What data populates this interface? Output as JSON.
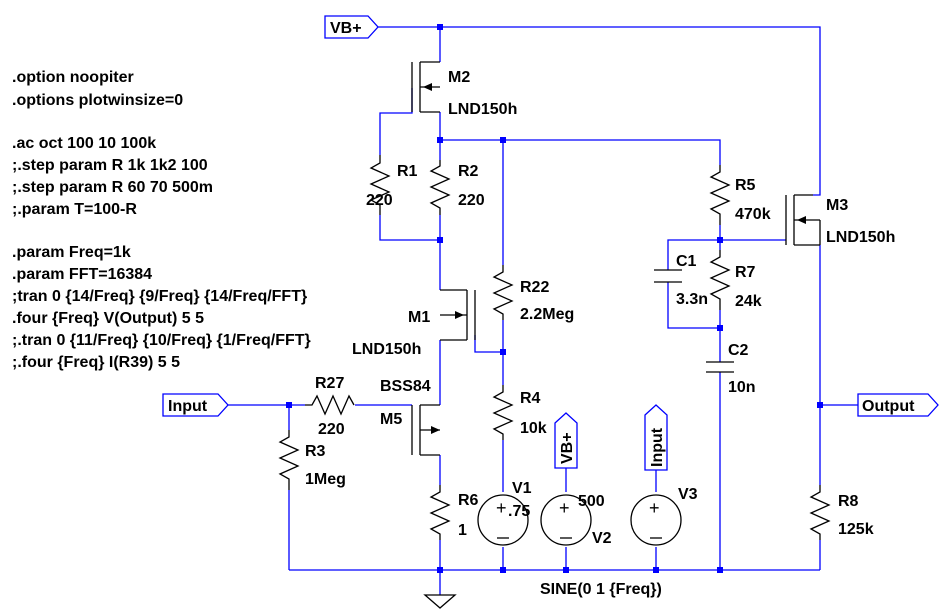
{
  "spice_directives": [
    ".option noopiter",
    ".options plotwinsize=0",
    ".ac oct 100 10 100k",
    ";.step param R 1k 1k2 100",
    ";.step param R 60 70 500m",
    ";.param T=100-R",
    ".param Freq=1k",
    ".param FFT=16384",
    ";tran 0 {14/Freq} {9/Freq} {14/Freq/FFT}",
    ".four {Freq} V(Output) 5 5",
    ";.tran 0 {11/Freq} {10/Freq} {1/Freq/FFT}",
    ";.four {Freq} I(R39) 5 5"
  ],
  "net_labels": {
    "vb_top": "VB+",
    "input_left": "Input",
    "output_right": "Output",
    "vb_v2": "VB+",
    "input_v3": "Input"
  },
  "components": {
    "M2": {
      "name": "M2",
      "model": "LND150h"
    },
    "M1": {
      "name": "M1",
      "model": "LND150h"
    },
    "M3": {
      "name": "M3",
      "model": "LND150h"
    },
    "M5": {
      "name": "M5",
      "model": "BSS84"
    },
    "R1": {
      "name": "R1",
      "value": "220"
    },
    "R2": {
      "name": "R2",
      "value": "220"
    },
    "R22": {
      "name": "R22",
      "value": "2.2Meg"
    },
    "R4": {
      "name": "R4",
      "value": "10k"
    },
    "R27": {
      "name": "R27",
      "value": "220"
    },
    "R3": {
      "name": "R3",
      "value": "1Meg"
    },
    "R6": {
      "name": "R6",
      "value": "1"
    },
    "R5": {
      "name": "R5",
      "value": "470k"
    },
    "R7": {
      "name": "R7",
      "value": "24k"
    },
    "R8": {
      "name": "R8",
      "value": "125k"
    },
    "C1": {
      "name": "C1",
      "value": "3.3n"
    },
    "C2": {
      "name": "C2",
      "value": "10n"
    },
    "V1": {
      "name": "V1",
      "value": ".75"
    },
    "V2": {
      "name": "V2",
      "value": "500"
    },
    "V3": {
      "name": "V3",
      "value": "SINE(0 1 {Freq})"
    }
  },
  "colors": {
    "wire": "#0000ff",
    "component": "#000000",
    "background": "#ffffff"
  }
}
